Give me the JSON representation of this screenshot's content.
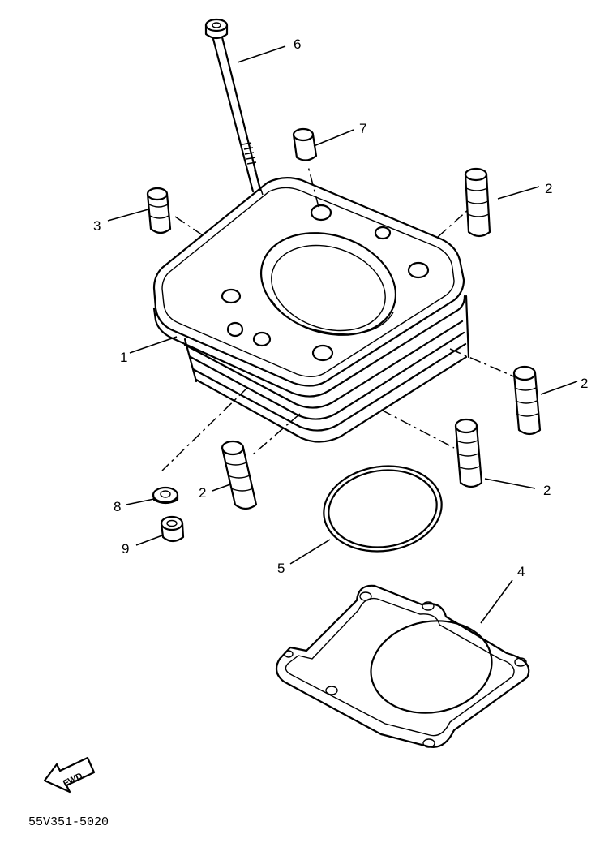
{
  "diagram": {
    "document_code": "55V351-5020",
    "fwd_label": "FWD",
    "callouts": [
      {
        "id": "c1",
        "label": "1"
      },
      {
        "id": "c2a",
        "label": "2"
      },
      {
        "id": "c2b",
        "label": "2"
      },
      {
        "id": "c2c",
        "label": "2"
      },
      {
        "id": "c2d",
        "label": "2"
      },
      {
        "id": "c3",
        "label": "3"
      },
      {
        "id": "c4",
        "label": "4"
      },
      {
        "id": "c5",
        "label": "5"
      },
      {
        "id": "c6",
        "label": "6"
      },
      {
        "id": "c7",
        "label": "7"
      },
      {
        "id": "c8",
        "label": "8"
      },
      {
        "id": "c9",
        "label": "9"
      }
    ]
  }
}
